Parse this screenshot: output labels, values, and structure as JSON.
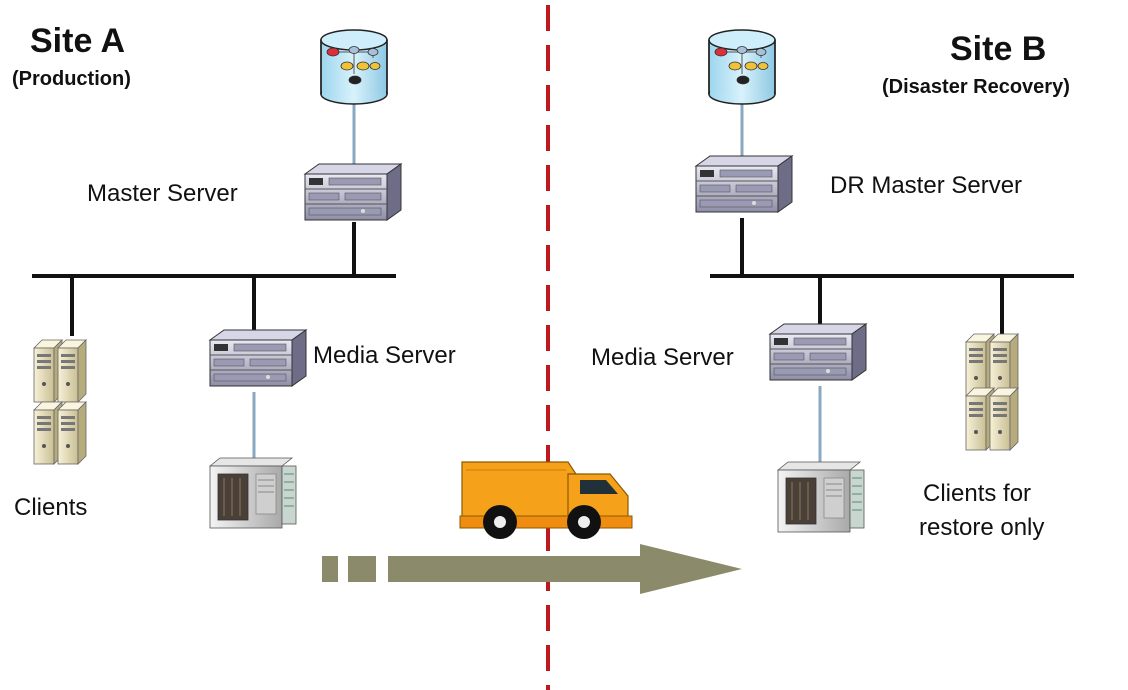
{
  "site_a": {
    "title": "Site A",
    "subtitle": "(Production)",
    "master_server": "Master Server",
    "media_server": "Media Server",
    "clients": "Clients"
  },
  "site_b": {
    "title": "Site B",
    "subtitle": "(Disaster Recovery)",
    "master_server": "DR Master Server",
    "media_server": "Media Server",
    "clients_line1": "Clients for",
    "clients_line2": "restore only"
  },
  "colors": {
    "divider": "#c0181f",
    "arrow": "#8b8b6b",
    "truck": "#f5a11a",
    "database": "#bfe6f5",
    "link": "#8aa8c0"
  }
}
